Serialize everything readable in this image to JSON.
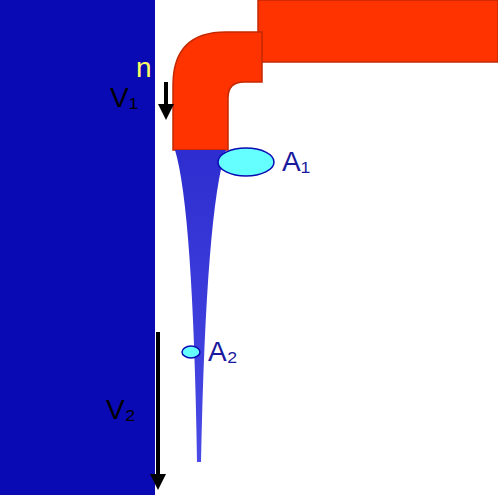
{
  "diagram": {
    "labels": [
      "n",
      "V₁",
      "A₁",
      "A₂",
      "V₂"
    ]
  }
}
